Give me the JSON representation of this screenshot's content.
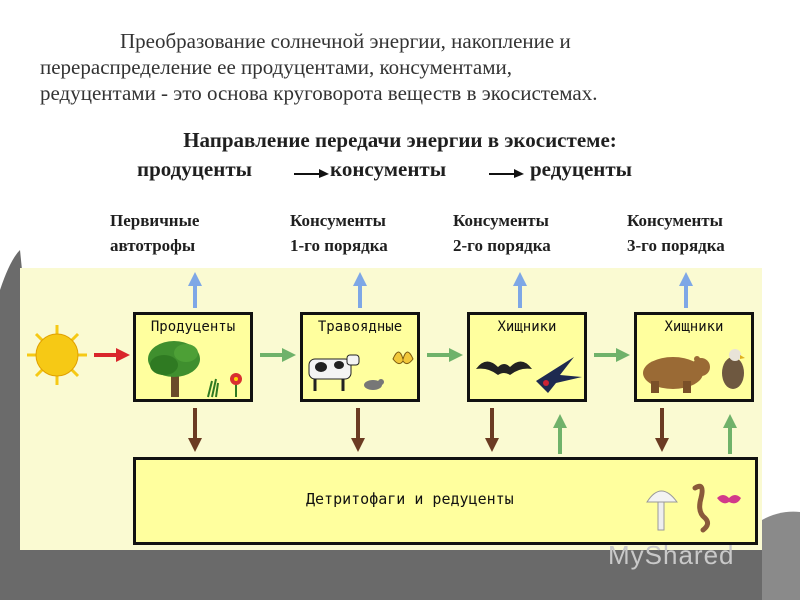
{
  "intro": {
    "line1": "Преобразование солнечной энергии, накопление и",
    "line2": "перераспределение ее продуцентами, консументами,",
    "line3": "редуцентами - это основа круговорота веществ в экосистемах."
  },
  "heading": "Направление передачи энергии в экосистеме:",
  "chain": {
    "producers": "продуценты",
    "consumers": "консументы",
    "reducers": "редуценты"
  },
  "levels": [
    {
      "line1": "Первичные",
      "line2": "автотрофы"
    },
    {
      "line1": "Консументы",
      "line2": "1-го порядка"
    },
    {
      "line1": "Консументы",
      "line2": "2-го порядка"
    },
    {
      "line1": "Консументы",
      "line2": "3-го порядка"
    }
  ],
  "boxes": [
    {
      "label": "Продуценты"
    },
    {
      "label": "Травоядные"
    },
    {
      "label": "Хищники"
    },
    {
      "label": "Хищники"
    }
  ],
  "detritus": "Детритофаги и редуценты",
  "watermark": "MyShared",
  "colors": {
    "panel": "#fafad2",
    "box": "#ffff9e",
    "arrow_up": "#7ea7e6",
    "arrow_green": "#6fb26a",
    "arrow_brown": "#6b3b22",
    "arrow_red": "#d9262b",
    "sun": "#f6c915"
  }
}
